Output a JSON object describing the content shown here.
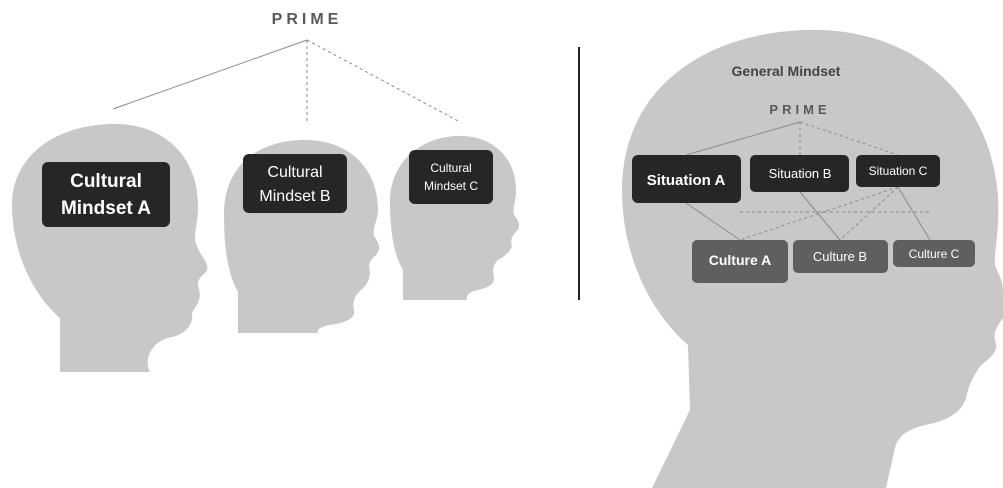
{
  "left_panel": {
    "prime_label": "PRIME",
    "mindsets": [
      {
        "line1": "Cultural",
        "line2": "Mindset A"
      },
      {
        "line1": "Cultural",
        "line2": "Mindset B"
      },
      {
        "line1": "Cultural",
        "line2": "Mindset C"
      }
    ]
  },
  "right_panel": {
    "title": "General Mindset",
    "prime_label": "PRIME",
    "situations": [
      "Situation A",
      "Situation B",
      "Situation C"
    ],
    "cultures": [
      "Culture A",
      "Culture B",
      "Culture C"
    ]
  },
  "colors": {
    "head_fill": "#c8c8c8",
    "dark_box": "#262626",
    "mid_box": "#5f5f5f",
    "line": "#8a8a8a",
    "divider": "#222222"
  }
}
